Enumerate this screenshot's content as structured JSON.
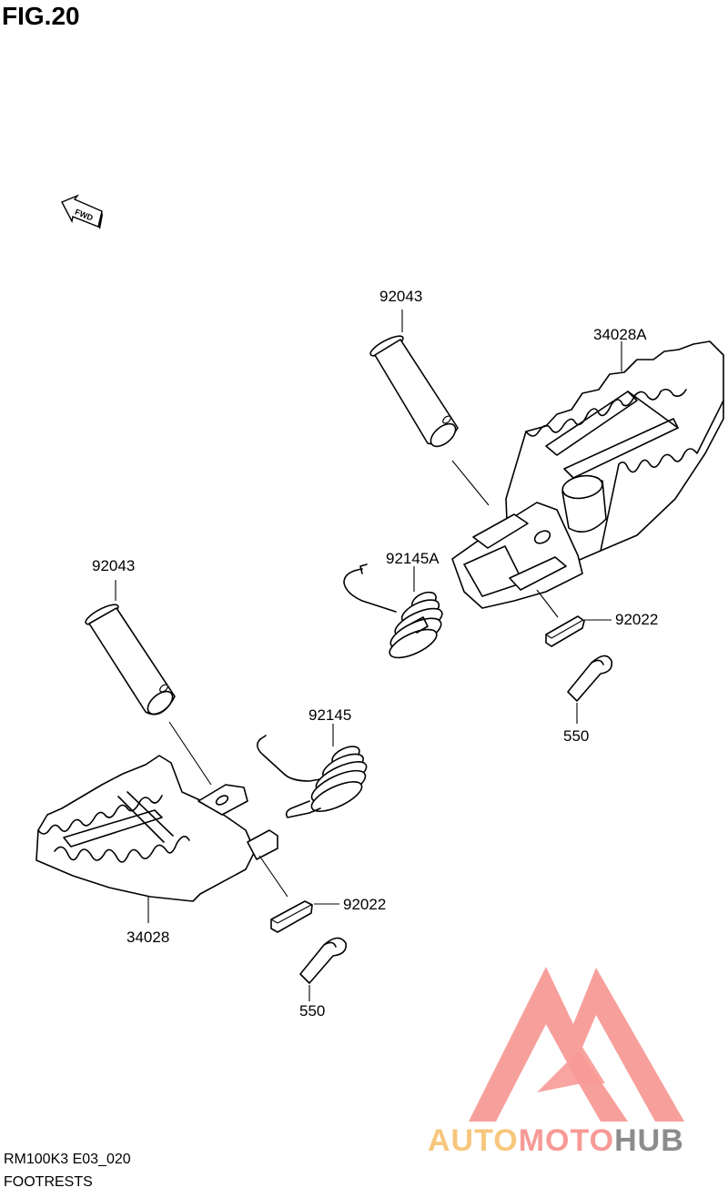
{
  "figure": {
    "title": "FIG.20",
    "fwd_label": "FWD"
  },
  "callouts": {
    "pin_right": "92043",
    "footrest_right": "34028A",
    "spring_right": "92145A",
    "washer_right": "92022",
    "cotter_right": "550",
    "pin_left": "92043",
    "spring_left": "92145",
    "footrest_left": "34028",
    "washer_left": "92022",
    "cotter_left": "550"
  },
  "footer": {
    "model_code": "RM100K3 E03_020",
    "section_name": "FOOTRESTS"
  },
  "watermark": {
    "part1": "AUTO",
    "part2": "MOTO",
    "part3": "HUB",
    "colors": {
      "auto": "#f7c77e",
      "moto": "#f79a96",
      "hub": "#8c8c8c",
      "logo": "#f79a96"
    }
  }
}
